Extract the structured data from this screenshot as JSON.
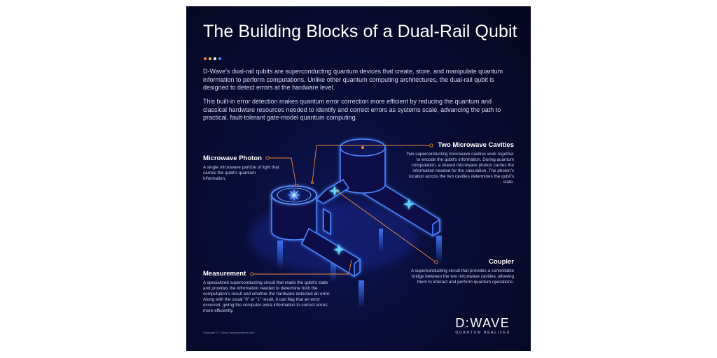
{
  "title": "The Building Blocks of a Dual-Rail Qubit",
  "accent_dots": [
    {
      "color": "#f08a3c"
    },
    {
      "color": "#f3c44a"
    },
    {
      "color": "#ffffff"
    },
    {
      "color": "#4a8cff"
    }
  ],
  "intro": {
    "p1": "D-Wave's dual-rail qubits are superconducting quantum devices that create, store, and manipulate quantum information to perform computations. Unlike other quantum computing architectures, the dual-rail qubit is designed to detect errors at the hardware level.",
    "p2": "This built-in error detection makes quantum error correction more efficient by reducing the quantum and classical hardware resources needed to identify and correct errors as systems scale, advancing the path to practical, fault-tolerant gate-model quantum computing."
  },
  "callouts": {
    "microwave_photon": {
      "title": "Microwave Photon",
      "text": "A single microwave particle of light that carries the qubit's quantum information."
    },
    "two_cavities": {
      "title": "Two Microwave Cavities",
      "text": "Two superconducting microwave cavities work together to encode the qubit's information. During quantum computation, a shared microwave photon carries the information needed for the calculation. The photon's location across the two cavities determines the qubit's state."
    },
    "coupler": {
      "title": "Coupler",
      "text": "A superconducting circuit that provides a controllable bridge between the two microwave cavities, allowing them to interact and perform quantum operations."
    },
    "measurement": {
      "title": "Measurement",
      "text": "A specialized superconducting circuit that reads the qubit's state and provides the information needed to determine both the computation's result and whether the hardware detected an error. Along with the usual \"0\" or \"1\" result, it can flag that an error occurred, giving the computer extra information to correct errors more efficiently."
    }
  },
  "colors": {
    "background": "#070a2a",
    "glow": "#2f6bff",
    "leader_line": "#f08a3c"
  },
  "footer": {
    "copyright": "Copyright © D-Wave   dwavequantum.com",
    "logo": "D:WAVE",
    "tagline": "QUANTUM REALIZED."
  }
}
